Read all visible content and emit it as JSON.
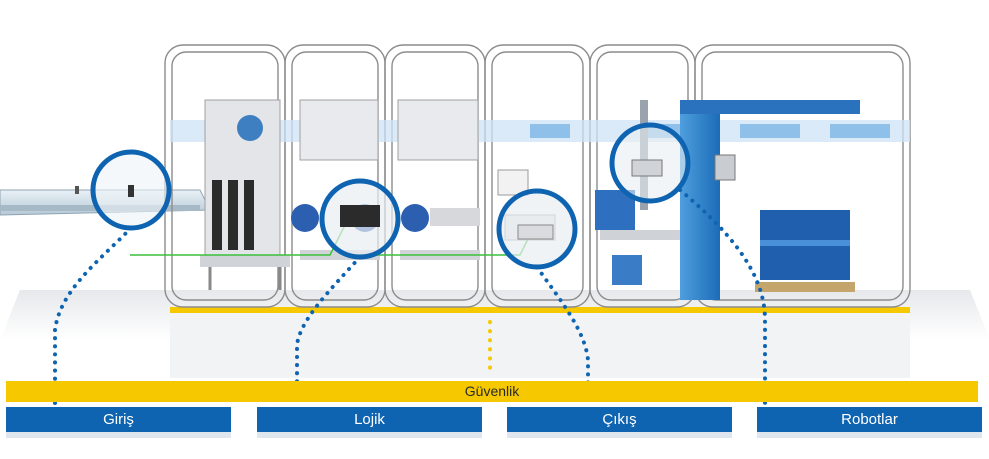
{
  "colors": {
    "accent_blue": "#0e64b0",
    "safety_yellow": "#f6c800",
    "frame_gray": "#9a9a9a",
    "wire_green": "#3cbf3c"
  },
  "zones": {
    "safety_label": "Güvenlik",
    "categories": [
      {
        "label": "Giriş",
        "callout_icon": "sensor-icon"
      },
      {
        "label": "Lojik",
        "callout_icon": "controller-icon"
      },
      {
        "label": "Çıkış",
        "callout_icon": "valve-icon"
      },
      {
        "label": "Robotlar",
        "callout_icon": "robot-icon"
      }
    ]
  }
}
